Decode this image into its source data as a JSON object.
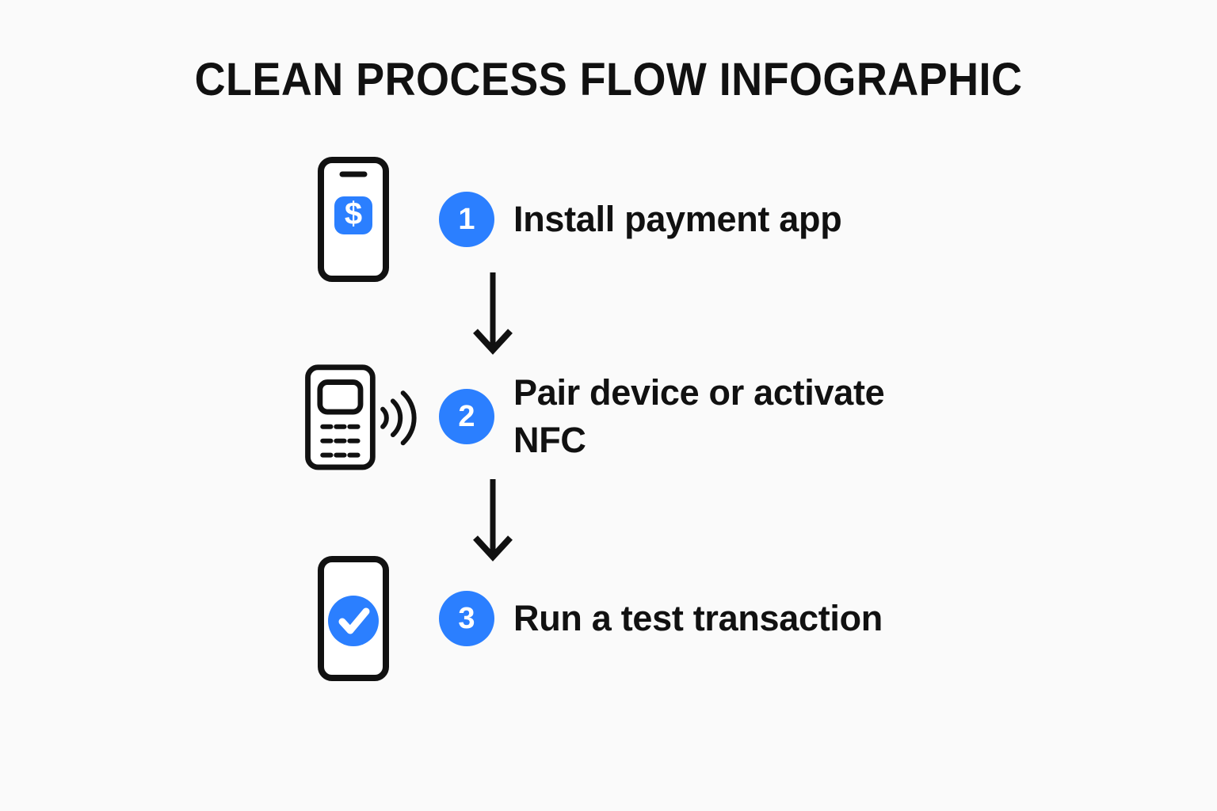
{
  "title": "CLEAN PROCESS FLOW INFOGRAPHIC",
  "colors": {
    "background": "#fafafa",
    "accent_blue": "#2b7fff",
    "ink": "#111111",
    "white": "#ffffff"
  },
  "steps": [
    {
      "number": "1",
      "label": "Install payment app",
      "icon": "phone-dollar-icon"
    },
    {
      "number": "2",
      "label": "Pair device or activate NFC",
      "icon": "card-terminal-nfc-icon"
    },
    {
      "number": "3",
      "label": "Run a test transaction",
      "icon": "phone-check-icon"
    }
  ],
  "connectors": [
    {
      "name": "arrow-step1-to-step2",
      "direction": "down"
    },
    {
      "name": "arrow-step2-to-step3",
      "direction": "down"
    }
  ]
}
